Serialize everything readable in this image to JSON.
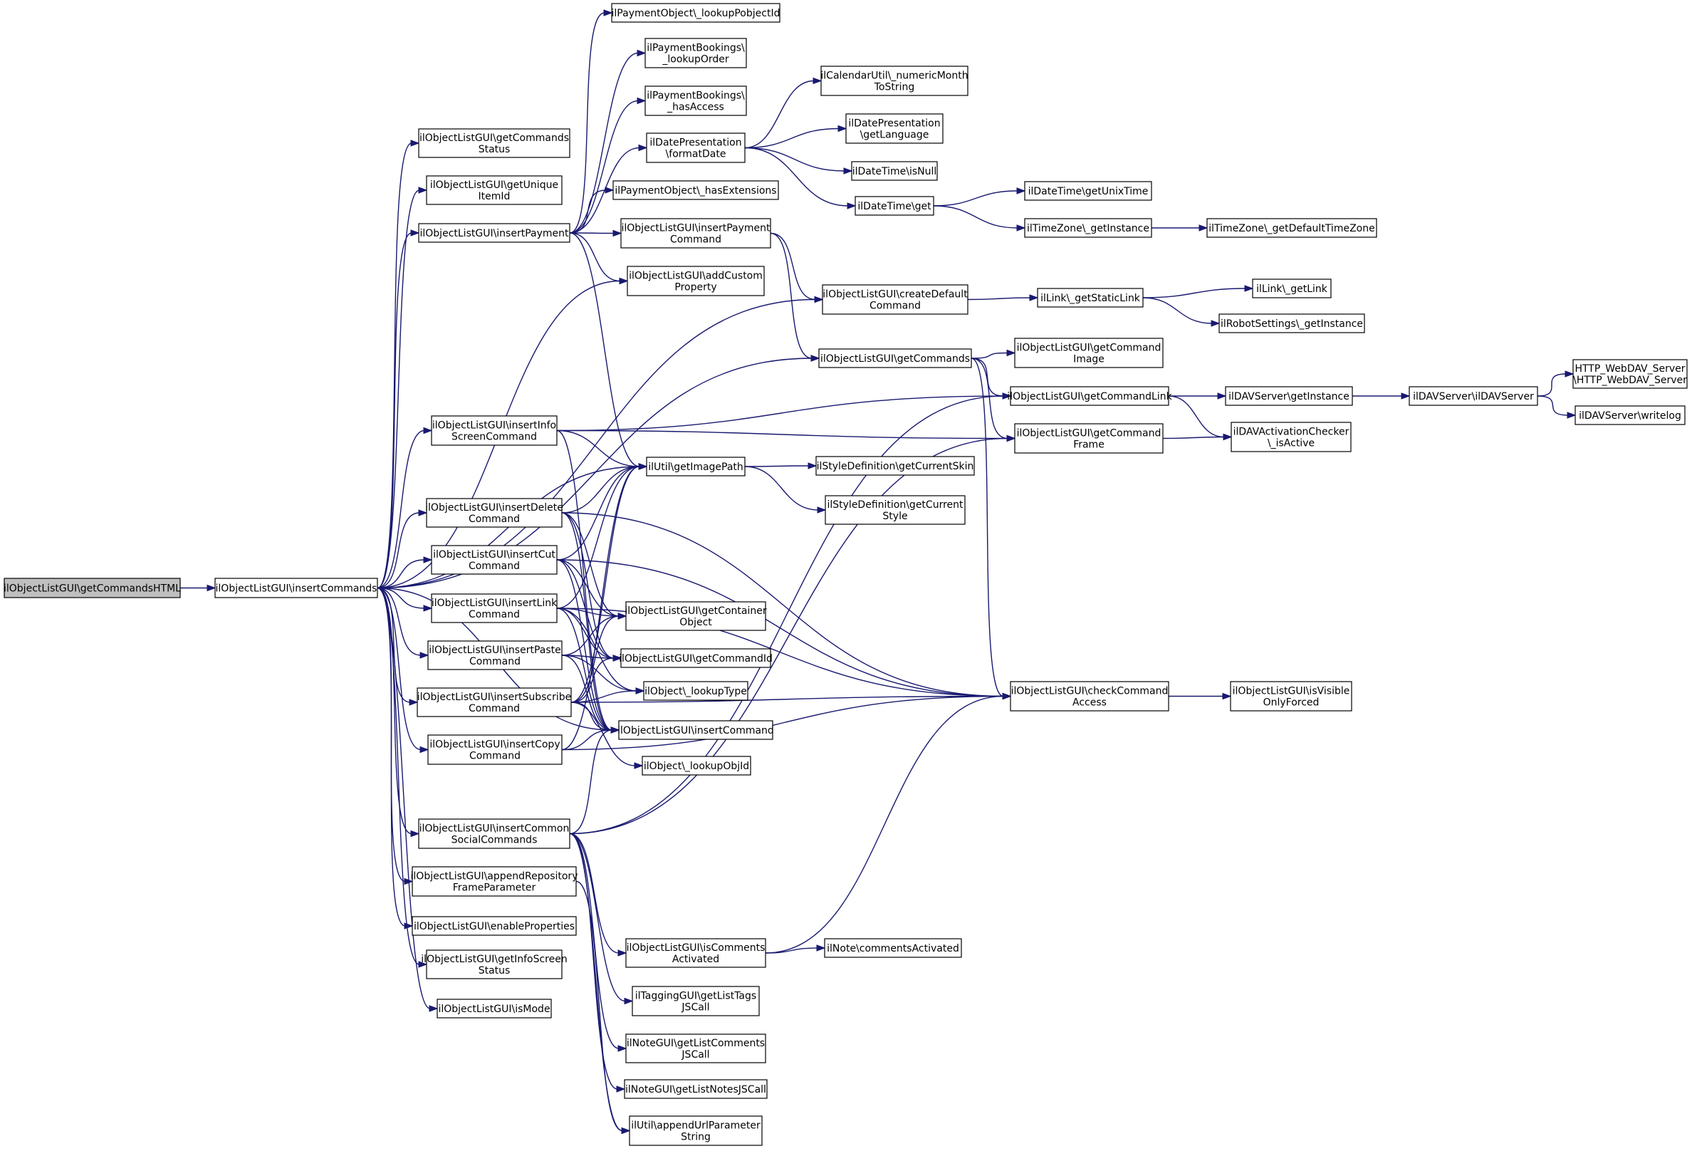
{
  "graph": {
    "nodes": [
      {
        "id": "root",
        "lines": [
          "ilObjectListGUI\\getCommandsHTML"
        ],
        "highlight": true
      },
      {
        "id": "insertCommands",
        "lines": [
          "ilObjectListGUI\\insertCommands"
        ]
      },
      {
        "id": "getCommandsStatus",
        "lines": [
          "ilObjectListGUI\\getCommands",
          "Status"
        ]
      },
      {
        "id": "getUniqueItemId",
        "lines": [
          "ilObjectListGUI\\getUnique",
          "ItemId"
        ]
      },
      {
        "id": "insertPayment",
        "lines": [
          "ilObjectListGUI\\insertPayment"
        ]
      },
      {
        "id": "insertInfoScreenCommand",
        "lines": [
          "ilObjectListGUI\\insertInfo",
          "ScreenCommand"
        ]
      },
      {
        "id": "insertDeleteCommand",
        "lines": [
          "ilObjectListGUI\\insertDelete",
          "Command"
        ]
      },
      {
        "id": "insertCutCommand",
        "lines": [
          "ilObjectListGUI\\insertCut",
          "Command"
        ]
      },
      {
        "id": "insertLinkCommand",
        "lines": [
          "ilObjectListGUI\\insertLink",
          "Command"
        ]
      },
      {
        "id": "insertPasteCommand",
        "lines": [
          "ilObjectListGUI\\insertPaste",
          "Command"
        ]
      },
      {
        "id": "insertSubscribeCommand",
        "lines": [
          "ilObjectListGUI\\insertSubscribe",
          "Command"
        ]
      },
      {
        "id": "insertCopyCommand",
        "lines": [
          "ilObjectListGUI\\insertCopy",
          "Command"
        ]
      },
      {
        "id": "insertCommonSocialCommands",
        "lines": [
          "ilObjectListGUI\\insertCommon",
          "SocialCommands"
        ]
      },
      {
        "id": "appendRepositoryFrameParameter",
        "lines": [
          "ilObjectListGUI\\appendRepository",
          "FrameParameter"
        ]
      },
      {
        "id": "enableProperties",
        "lines": [
          "ilObjectListGUI\\enableProperties"
        ]
      },
      {
        "id": "getInfoScreenStatus",
        "lines": [
          "ilObjectListGUI\\getInfoScreen",
          "Status"
        ]
      },
      {
        "id": "isMode",
        "lines": [
          "ilObjectListGUI\\isMode"
        ]
      },
      {
        "id": "lookupPobjectId",
        "lines": [
          "ilPaymentObject\\_lookupPobjectId"
        ]
      },
      {
        "id": "lookupOrder",
        "lines": [
          "ilPaymentBookings\\",
          "_lookupOrder"
        ]
      },
      {
        "id": "hasAccess",
        "lines": [
          "ilPaymentBookings\\",
          "_hasAccess"
        ]
      },
      {
        "id": "formatDate",
        "lines": [
          "ilDatePresentation",
          "\\formatDate"
        ]
      },
      {
        "id": "hasExtensions",
        "lines": [
          "ilPaymentObject\\_hasExtensions"
        ]
      },
      {
        "id": "insertPaymentCommand",
        "lines": [
          "ilObjectListGUI\\insertPayment",
          "Command"
        ]
      },
      {
        "id": "addCustomProperty",
        "lines": [
          "ilObjectListGUI\\addCustom",
          "Property"
        ]
      },
      {
        "id": "getImagePath",
        "lines": [
          "ilUtil\\getImagePath"
        ]
      },
      {
        "id": "getContainerObject",
        "lines": [
          "ilObjectListGUI\\getContainer",
          "Object"
        ]
      },
      {
        "id": "getCommandId",
        "lines": [
          "ilObjectListGUI\\getCommandId"
        ]
      },
      {
        "id": "lookupType",
        "lines": [
          "ilObject\\_lookupType"
        ]
      },
      {
        "id": "insertCommand",
        "lines": [
          "ilObjectListGUI\\insertCommand"
        ]
      },
      {
        "id": "lookupObjId",
        "lines": [
          "ilObject\\_lookupObjId"
        ]
      },
      {
        "id": "isCommentsActivated",
        "lines": [
          "ilObjectListGUI\\isComments",
          "Activated"
        ]
      },
      {
        "id": "getListTagsJSCall",
        "lines": [
          "ilTaggingGUI\\getListTags",
          "JSCall"
        ]
      },
      {
        "id": "getListCommentsJSCall",
        "lines": [
          "ilNoteGUI\\getListComments",
          "JSCall"
        ]
      },
      {
        "id": "getListNotesJSCall",
        "lines": [
          "ilNoteGUI\\getListNotesJSCall"
        ]
      },
      {
        "id": "appendUrlParameterString",
        "lines": [
          "ilUtil\\appendUrlParameter",
          "String"
        ]
      },
      {
        "id": "numericMonthToString",
        "lines": [
          "ilCalendarUtil\\_numericMonth",
          "ToString"
        ]
      },
      {
        "id": "getLanguage",
        "lines": [
          "ilDatePresentation",
          "\\getLanguage"
        ]
      },
      {
        "id": "isNull",
        "lines": [
          "ilDateTime\\isNull"
        ]
      },
      {
        "id": "dateTimeGet",
        "lines": [
          "ilDateTime\\get"
        ]
      },
      {
        "id": "createDefaultCommand",
        "lines": [
          "ilObjectListGUI\\createDefault",
          "Command"
        ]
      },
      {
        "id": "getCommands",
        "lines": [
          "ilObjectListGUI\\getCommands"
        ]
      },
      {
        "id": "getCurrentSkin",
        "lines": [
          "ilStyleDefinition\\getCurrentSkin"
        ]
      },
      {
        "id": "getCurrentStyle",
        "lines": [
          "ilStyleDefinition\\getCurrent",
          "Style"
        ]
      },
      {
        "id": "checkCommandAccess",
        "lines": [
          "ilObjectListGUI\\checkCommand",
          "Access"
        ]
      },
      {
        "id": "noteCommentsActivated",
        "lines": [
          "ilNote\\commentsActivated"
        ]
      },
      {
        "id": "getUnixTime",
        "lines": [
          "ilDateTime\\getUnixTime"
        ]
      },
      {
        "id": "tzGetInstance",
        "lines": [
          "ilTimeZone\\_getInstance"
        ]
      },
      {
        "id": "getStaticLink",
        "lines": [
          "ilLink\\_getStaticLink"
        ]
      },
      {
        "id": "getCommandImage",
        "lines": [
          "ilObjectListGUI\\getCommand",
          "Image"
        ]
      },
      {
        "id": "getCommandLink",
        "lines": [
          "ilObjectListGUI\\getCommandLink"
        ]
      },
      {
        "id": "getCommandFrame",
        "lines": [
          "ilObjectListGUI\\getCommand",
          "Frame"
        ]
      },
      {
        "id": "getDefaultTimeZone",
        "lines": [
          "ilTimeZone\\_getDefaultTimeZone"
        ]
      },
      {
        "id": "linkGetLink",
        "lines": [
          "ilLink\\_getLink"
        ]
      },
      {
        "id": "robotGetInstance",
        "lines": [
          "ilRobotSettings\\_getInstance"
        ]
      },
      {
        "id": "davGetInstance",
        "lines": [
          "ilDAVServer\\getInstance"
        ]
      },
      {
        "id": "davIsActive",
        "lines": [
          "ilDAVActivationChecker",
          "\\_isActive"
        ]
      },
      {
        "id": "isVisibleOnlyForced",
        "lines": [
          "ilObjectListGUI\\isVisible",
          "OnlyForced"
        ]
      },
      {
        "id": "davConstructor",
        "lines": [
          "ilDAVServer\\ilDAVServer"
        ]
      },
      {
        "id": "httpWebdav",
        "lines": [
          "HTTP_WebDAV_Server",
          "\\HTTP_WebDAV_Server"
        ]
      },
      {
        "id": "writelog",
        "lines": [
          "ilDAVServer\\writelog"
        ]
      }
    ],
    "edges": [
      [
        "root",
        "insertCommands"
      ],
      [
        "insertCommands",
        "getCommandsStatus"
      ],
      [
        "insertCommands",
        "getUniqueItemId"
      ],
      [
        "insertCommands",
        "insertPayment"
      ],
      [
        "insertCommands",
        "addCustomProperty"
      ],
      [
        "insertCommands",
        "createDefaultCommand"
      ],
      [
        "insertCommands",
        "getCommands"
      ],
      [
        "insertCommands",
        "insertInfoScreenCommand"
      ],
      [
        "insertCommands",
        "getImagePath"
      ],
      [
        "insertCommands",
        "insertDeleteCommand"
      ],
      [
        "insertCommands",
        "insertCutCommand"
      ],
      [
        "insertCommands",
        "insertLinkCommand"
      ],
      [
        "insertCommands",
        "insertPasteCommand"
      ],
      [
        "insertCommands",
        "insertSubscribeCommand"
      ],
      [
        "insertCommands",
        "insertCopyCommand"
      ],
      [
        "insertCommands",
        "insertCommand"
      ],
      [
        "insertCommands",
        "insertCommonSocialCommands"
      ],
      [
        "insertCommands",
        "appendRepositoryFrameParameter"
      ],
      [
        "insertCommands",
        "enableProperties"
      ],
      [
        "insertCommands",
        "getInfoScreenStatus"
      ],
      [
        "insertCommands",
        "isMode"
      ],
      [
        "insertPayment",
        "lookupPobjectId"
      ],
      [
        "insertPayment",
        "lookupOrder"
      ],
      [
        "insertPayment",
        "hasAccess"
      ],
      [
        "insertPayment",
        "formatDate"
      ],
      [
        "insertPayment",
        "hasExtensions"
      ],
      [
        "insertPayment",
        "insertPaymentCommand"
      ],
      [
        "insertPayment",
        "addCustomProperty"
      ],
      [
        "insertPayment",
        "getImagePath"
      ],
      [
        "formatDate",
        "numericMonthToString"
      ],
      [
        "formatDate",
        "getLanguage"
      ],
      [
        "formatDate",
        "isNull"
      ],
      [
        "formatDate",
        "dateTimeGet"
      ],
      [
        "dateTimeGet",
        "getUnixTime"
      ],
      [
        "dateTimeGet",
        "tzGetInstance"
      ],
      [
        "tzGetInstance",
        "getDefaultTimeZone"
      ],
      [
        "insertPaymentCommand",
        "createDefaultCommand"
      ],
      [
        "insertPaymentCommand",
        "getCommands"
      ],
      [
        "createDefaultCommand",
        "getStaticLink"
      ],
      [
        "getStaticLink",
        "linkGetLink"
      ],
      [
        "getStaticLink",
        "robotGetInstance"
      ],
      [
        "getCommands",
        "getCommandImage"
      ],
      [
        "getCommands",
        "getCommandLink"
      ],
      [
        "getCommands",
        "getCommandFrame"
      ],
      [
        "getCommands",
        "checkCommandAccess"
      ],
      [
        "getCommandLink",
        "davGetInstance"
      ],
      [
        "getCommandLink",
        "davIsActive"
      ],
      [
        "getCommandFrame",
        "davIsActive"
      ],
      [
        "davGetInstance",
        "davConstructor"
      ],
      [
        "davConstructor",
        "httpWebdav"
      ],
      [
        "davConstructor",
        "writelog"
      ],
      [
        "insertInfoScreenCommand",
        "getCommandLink"
      ],
      [
        "insertInfoScreenCommand",
        "getCommandFrame"
      ],
      [
        "insertInfoScreenCommand",
        "getImagePath"
      ],
      [
        "insertInfoScreenCommand",
        "insertCommand"
      ],
      [
        "getImagePath",
        "getCurrentSkin"
      ],
      [
        "getImagePath",
        "getCurrentStyle"
      ],
      [
        "insertDeleteCommand",
        "getImagePath"
      ],
      [
        "insertDeleteCommand",
        "checkCommandAccess"
      ],
      [
        "insertDeleteCommand",
        "getContainerObject"
      ],
      [
        "insertDeleteCommand",
        "getCommandId"
      ],
      [
        "insertDeleteCommand",
        "insertCommand"
      ],
      [
        "insertCutCommand",
        "getImagePath"
      ],
      [
        "insertCutCommand",
        "checkCommandAccess"
      ],
      [
        "insertCutCommand",
        "getContainerObject"
      ],
      [
        "insertCutCommand",
        "getCommandId"
      ],
      [
        "insertCutCommand",
        "insertCommand"
      ],
      [
        "insertLinkCommand",
        "getImagePath"
      ],
      [
        "insertLinkCommand",
        "checkCommandAccess"
      ],
      [
        "insertLinkCommand",
        "getContainerObject"
      ],
      [
        "insertLinkCommand",
        "getCommandId"
      ],
      [
        "insertLinkCommand",
        "lookupType"
      ],
      [
        "insertLinkCommand",
        "insertCommand"
      ],
      [
        "insertPasteCommand",
        "getContainerObject"
      ],
      [
        "insertPasteCommand",
        "getCommandId"
      ],
      [
        "insertPasteCommand",
        "lookupType"
      ],
      [
        "insertPasteCommand",
        "insertCommand"
      ],
      [
        "insertSubscribeCommand",
        "getImagePath"
      ],
      [
        "insertSubscribeCommand",
        "getContainerObject"
      ],
      [
        "insertSubscribeCommand",
        "getCommandId"
      ],
      [
        "insertSubscribeCommand",
        "lookupType"
      ],
      [
        "insertSubscribeCommand",
        "insertCommand"
      ],
      [
        "insertSubscribeCommand",
        "lookupObjId"
      ],
      [
        "insertSubscribeCommand",
        "checkCommandAccess"
      ],
      [
        "insertCopyCommand",
        "getImagePath"
      ],
      [
        "insertCopyCommand",
        "insertCommand"
      ],
      [
        "insertCopyCommand",
        "checkCommandAccess"
      ],
      [
        "insertCommonSocialCommands",
        "insertCommand"
      ],
      [
        "insertCommonSocialCommands",
        "getCommandLink"
      ],
      [
        "insertCommonSocialCommands",
        "getCommandFrame"
      ],
      [
        "insertCommonSocialCommands",
        "isCommentsActivated"
      ],
      [
        "insertCommonSocialCommands",
        "getListTagsJSCall"
      ],
      [
        "insertCommonSocialCommands",
        "getListCommentsJSCall"
      ],
      [
        "insertCommonSocialCommands",
        "getListNotesJSCall"
      ],
      [
        "insertCommonSocialCommands",
        "appendUrlParameterString"
      ],
      [
        "isCommentsActivated",
        "noteCommentsActivated"
      ],
      [
        "isCommentsActivated",
        "checkCommandAccess"
      ],
      [
        "appendRepositoryFrameParameter",
        "appendUrlParameterString"
      ],
      [
        "checkCommandAccess",
        "isVisibleOnlyForced"
      ]
    ]
  }
}
